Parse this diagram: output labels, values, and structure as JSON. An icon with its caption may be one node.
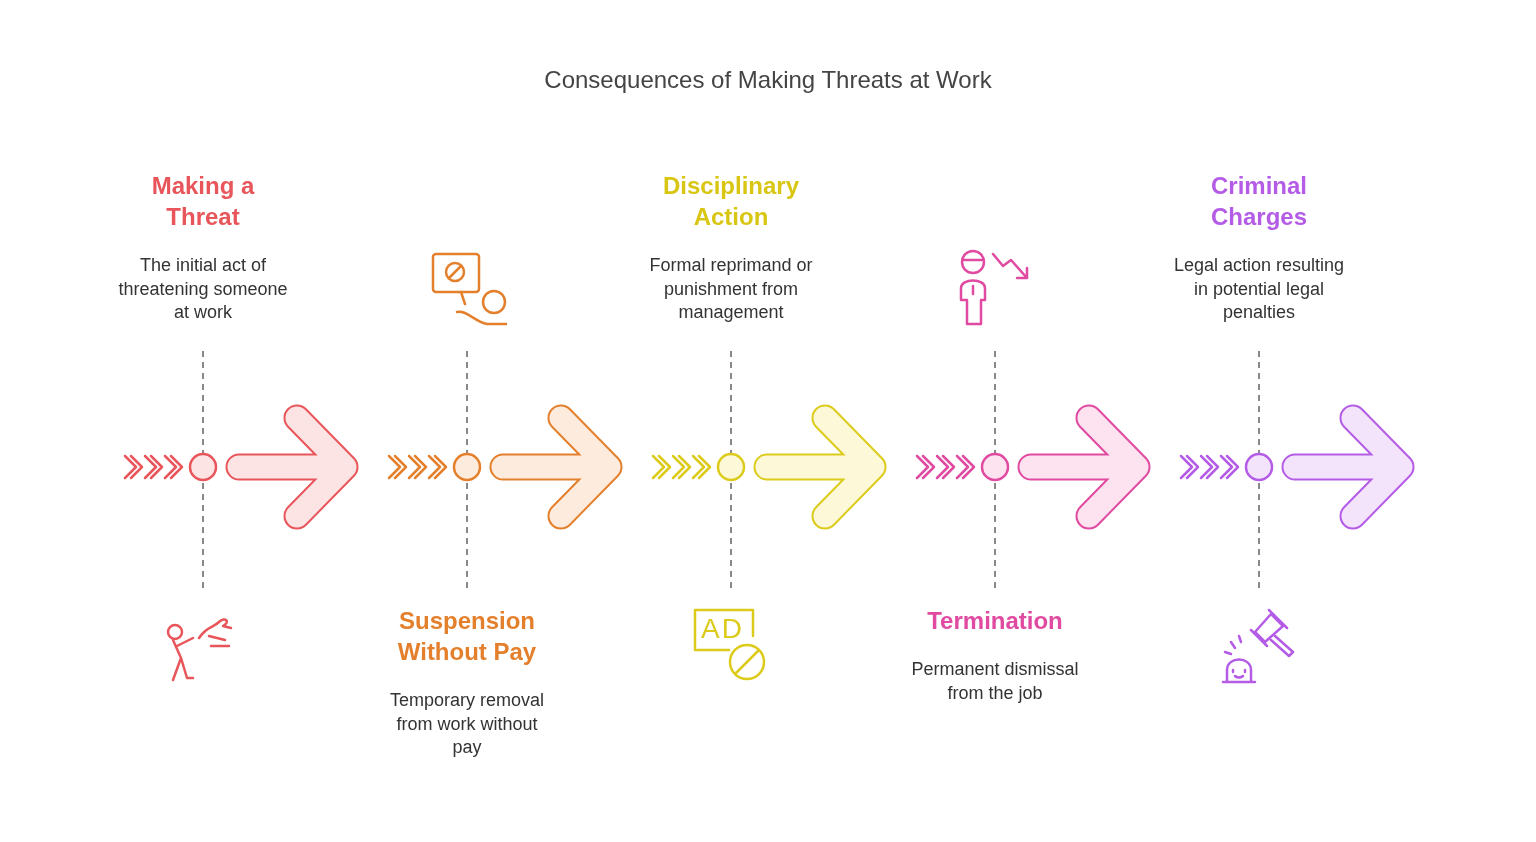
{
  "diagram": {
    "title": "Consequences of Making Threats at Work",
    "nodes": [
      {
        "text": [
          "Making a Threat",
          "The initial act of threatening someone at work"
        ]
      },
      {
        "text": [
          "Suspension Without Pay",
          "Temporary removal from work without pay"
        ]
      },
      {
        "text": [
          "Disciplinary Action",
          "Formal reprimand or punishment from management"
        ]
      },
      {
        "text": [
          "Termination",
          "Permanent dismissal from the job"
        ]
      },
      {
        "text": [
          "Criminal Charges",
          "Legal action resulting in potential legal penalties"
        ]
      }
    ],
    "labels": [
      "AD"
    ]
  }
}
